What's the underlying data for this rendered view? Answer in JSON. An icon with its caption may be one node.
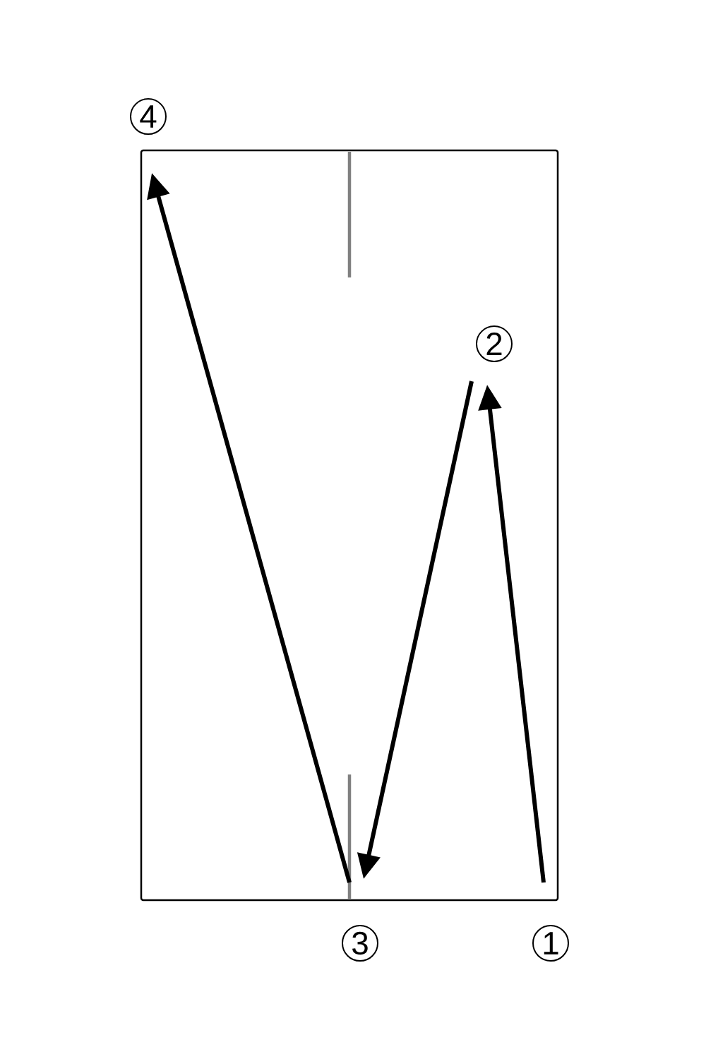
{
  "diagram": {
    "nodes": [
      {
        "text": [
          "4"
        ]
      },
      {
        "text": [
          "2"
        ]
      },
      {
        "text": [
          "3"
        ]
      },
      {
        "text": [
          "1"
        ]
      }
    ],
    "edges": [
      {
        "from": 3,
        "to": 1,
        "arrow": "to"
      },
      {
        "from": 1,
        "to": 2,
        "arrow": "to"
      },
      {
        "from": 2,
        "to": 0,
        "arrow": "to"
      }
    ]
  }
}
